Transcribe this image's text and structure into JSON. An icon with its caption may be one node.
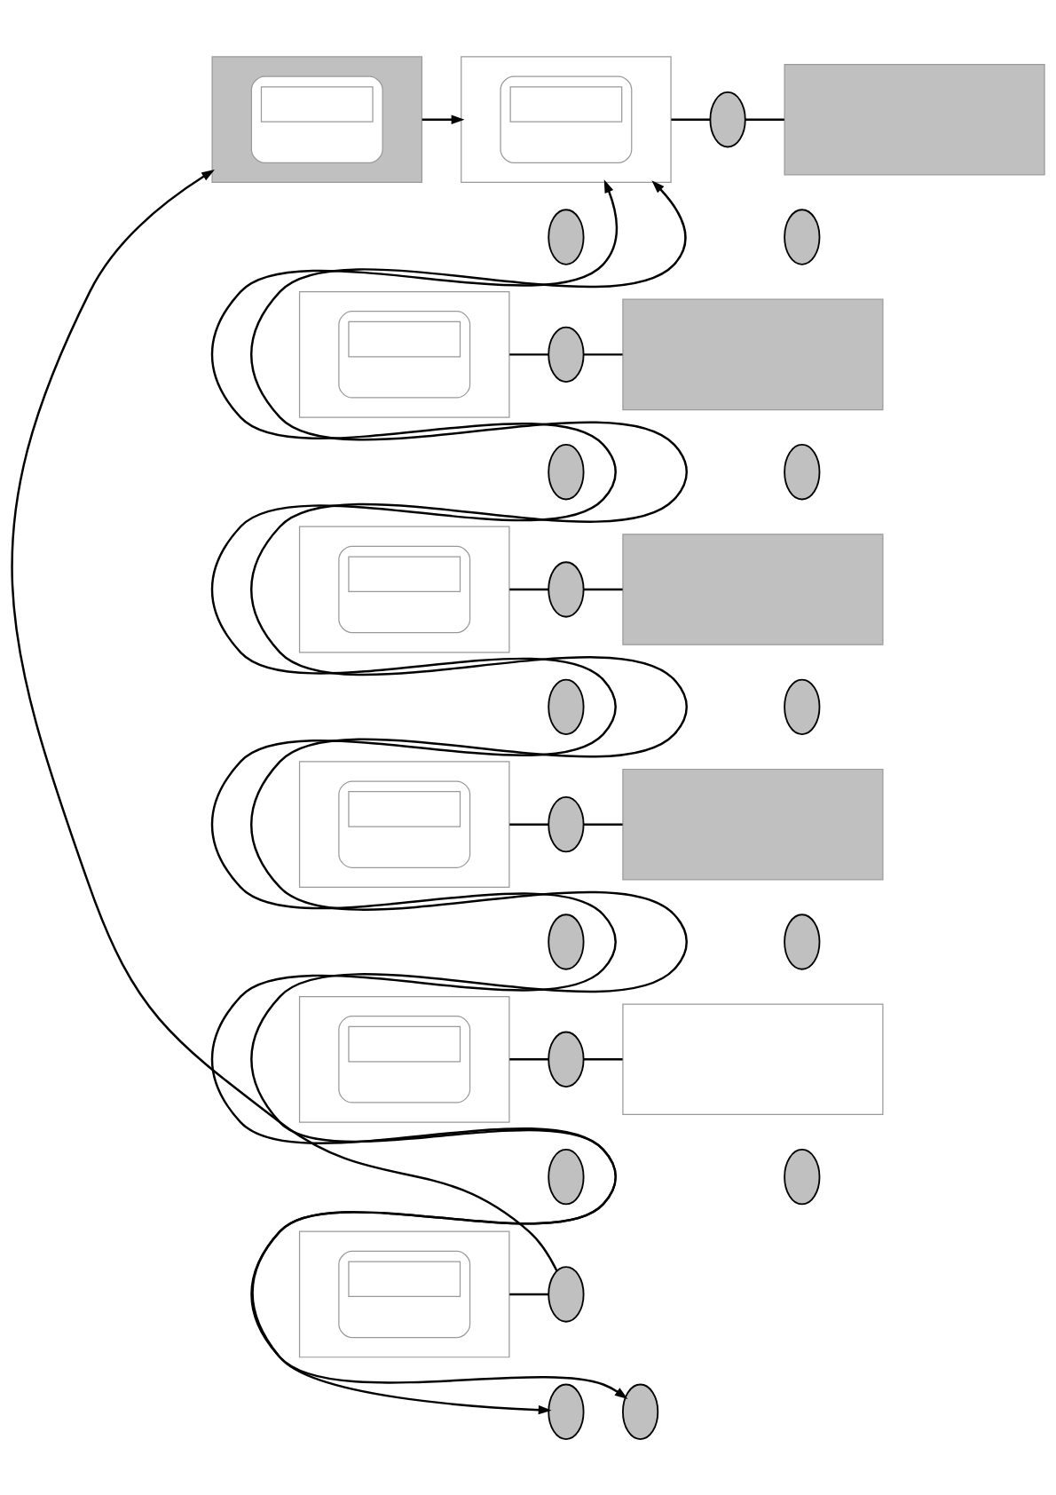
{
  "diagram": {
    "nodes": [
      {
        "text": [],
        "shape": "box"
      },
      {
        "text": [],
        "shape": "box"
      },
      {
        "text": [],
        "shape": "ellipse"
      },
      {
        "text": [],
        "shape": "box"
      },
      {
        "text": [],
        "shape": "ellipse"
      },
      {
        "text": [],
        "shape": "ellipse"
      },
      {
        "text": [],
        "shape": "box"
      },
      {
        "text": [],
        "shape": "ellipse"
      },
      {
        "text": [],
        "shape": "box"
      },
      {
        "text": [],
        "shape": "ellipse"
      },
      {
        "text": [],
        "shape": "ellipse"
      },
      {
        "text": [],
        "shape": "box"
      },
      {
        "text": [],
        "shape": "ellipse"
      },
      {
        "text": [],
        "shape": "box"
      },
      {
        "text": [],
        "shape": "ellipse"
      },
      {
        "text": [],
        "shape": "ellipse"
      },
      {
        "text": [],
        "shape": "box"
      },
      {
        "text": [],
        "shape": "ellipse"
      },
      {
        "text": [],
        "shape": "box"
      },
      {
        "text": [],
        "shape": "ellipse"
      },
      {
        "text": [],
        "shape": "ellipse"
      },
      {
        "text": [],
        "shape": "box"
      },
      {
        "text": [],
        "shape": "ellipse"
      },
      {
        "text": [],
        "shape": "box"
      },
      {
        "text": [],
        "shape": "ellipse"
      },
      {
        "text": [],
        "shape": "ellipse"
      },
      {
        "text": [],
        "shape": "box"
      },
      {
        "text": [],
        "shape": "ellipse"
      },
      {
        "text": [],
        "shape": "ellipse"
      },
      {
        "text": [],
        "shape": "ellipse"
      }
    ],
    "edges": [
      {
        "from": 0,
        "to": 1,
        "arrow": "to"
      },
      {
        "from": 1,
        "to": 2,
        "arrow": "none"
      },
      {
        "from": 2,
        "to": 3,
        "arrow": "none"
      },
      {
        "from": 6,
        "to": 7,
        "arrow": "none"
      },
      {
        "from": 7,
        "to": 8,
        "arrow": "none"
      },
      {
        "from": 11,
        "to": 12,
        "arrow": "none"
      },
      {
        "from": 12,
        "to": 13,
        "arrow": "none"
      },
      {
        "from": 16,
        "to": 17,
        "arrow": "none"
      },
      {
        "from": 17,
        "to": 18,
        "arrow": "none"
      },
      {
        "from": 21,
        "to": 22,
        "arrow": "none"
      },
      {
        "from": 22,
        "to": 23,
        "arrow": "none"
      },
      {
        "from": 26,
        "to": 27,
        "arrow": "none"
      },
      {
        "from": 27,
        "to": 0,
        "arrow": "to"
      },
      {
        "from": 28,
        "to": 1,
        "arrow": "both"
      },
      {
        "from": 29,
        "to": 1,
        "arrow": "both"
      }
    ]
  }
}
